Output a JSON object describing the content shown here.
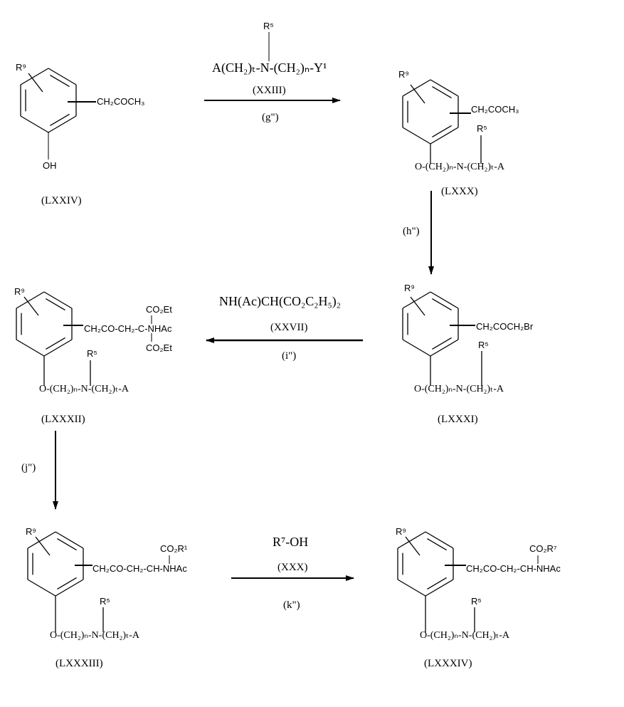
{
  "compounds": {
    "lxxiv": {
      "label": "(LXXIV)",
      "r9": "R⁹",
      "side": "CH₂COCH₃",
      "bottom": "OH"
    },
    "lxxx": {
      "label": "(LXXX)",
      "r9": "R⁹",
      "side": "CH₂COCH₃",
      "r5": "R⁵",
      "chain": "O-(CH₂)ₙ-N-(CH₂)ₜ-A"
    },
    "lxxxi": {
      "label": "(LXXXI)",
      "r9": "R⁹",
      "side": "CH₂COCH₂Br",
      "r5": "R⁵",
      "chain": "O-(CH₂)ₙ-N-(CH₂)ₜ-A"
    },
    "lxxxii": {
      "label": "(LXXXII)",
      "r9": "R⁹",
      "side": "CH₂CO-CH₂-C-NHAc",
      "top": "CO₂Et",
      "bottom": "CO₂Et",
      "r5": "R⁵",
      "chain": "O-(CH₂)ₙ-N-(CH₂)ₜ-A"
    },
    "lxxxiii": {
      "label": "(LXXXIII)",
      "r9": "R⁹",
      "side": "CH₂CO-CH₂-CH-NHAc",
      "top": "CO₂R¹",
      "r5": "R⁵",
      "chain": "O-(CH₂)ₙ-N-(CH₂)ₜ-A"
    },
    "lxxxiv": {
      "label": "(LXXXIV)",
      "r9": "R⁹",
      "side": "CH₂CO-CH₂-CH-NHAc",
      "top": "CO₂R⁷",
      "r5": "R⁵",
      "chain": "O-(CH₂)ₙ-N-(CH₂)ₜ-A"
    }
  },
  "steps": {
    "g": {
      "r5": "R⁵",
      "reagent": "A(CH₂)ₜ-N-(CH₂)ₙ-Y¹",
      "compound": "(XXIII)",
      "step": "(g\")"
    },
    "h": {
      "step": "(h\")"
    },
    "i": {
      "reagent": "NH(Ac)CH(CO₂C₂H₅)₂",
      "compound": "(XXVII)",
      "step": "(i\")"
    },
    "j": {
      "step": "(j\")"
    },
    "k": {
      "reagent": "R⁷-OH",
      "compound": "(XXX)",
      "step": "(k\")"
    }
  }
}
